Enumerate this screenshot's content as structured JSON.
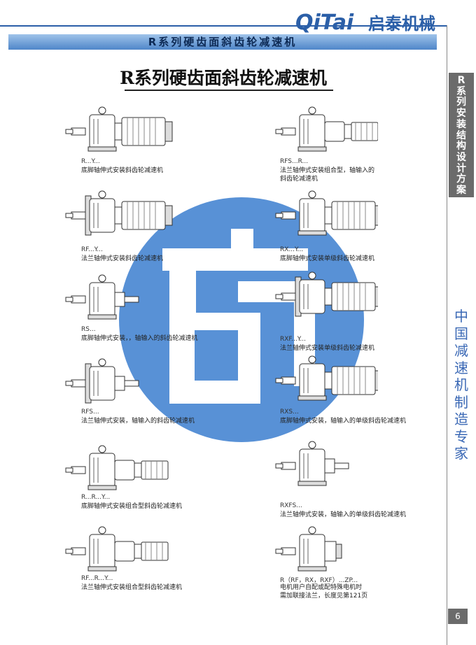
{
  "header": {
    "logo_latin": "QiTai",
    "logo_cn": "启泰机械",
    "banner": "R系列硬齿面斜齿轮减速机"
  },
  "page_title": "R系列硬齿面斜齿轮减速机",
  "side_tab": [
    "R",
    "系",
    "列",
    "安",
    "装",
    "结",
    "构",
    "设",
    "计",
    "方",
    "案"
  ],
  "side_slogan": [
    "中",
    "国",
    "减",
    "速",
    "机",
    "制",
    "造",
    "专",
    "家"
  ],
  "page_number": "6",
  "items": [
    {
      "code": "R...Y...",
      "lines": [
        "底脚轴伸式安装斜齿轮减速机"
      ]
    },
    {
      "code": "RFS...R...",
      "lines": [
        "法兰轴伸式安装组合型，轴输入的",
        "斜齿轮减速机"
      ]
    },
    {
      "code": "RF...Y...",
      "lines": [
        "法兰轴伸式安装斜齿轮减速机"
      ]
    },
    {
      "code": "RX...Y...",
      "lines": [
        "底脚轴伸式安装单级斜齿轮减速机"
      ]
    },
    {
      "code": "RS...",
      "lines": [
        "底脚轴伸式安装，，轴输入的斜齿轮减速机"
      ]
    },
    {
      "code": "RXF...Y...",
      "lines": [
        "法兰轴伸式安装单级斜齿轮减速机"
      ]
    },
    {
      "code": "RFS...",
      "lines": [
        "法兰轴伸式安装，轴输入的斜齿轮减速机"
      ]
    },
    {
      "code": "RXS...",
      "lines": [
        "底脚轴伸式安装，轴输入的单级斜齿轮减速机"
      ]
    },
    {
      "code": "R...R...Y...",
      "lines": [
        "底脚轴伸式安装组合型斜齿轮减速机"
      ]
    },
    {
      "code": "RXFS...",
      "lines": [
        "法兰轴伸式安装，轴输入的单级斜齿轮减速机"
      ]
    },
    {
      "code": "RF...R...Y...",
      "lines": [
        "法兰轴伸式安装组合型斜齿轮减速机"
      ]
    },
    {
      "code": "R（RF，RX，RXF）...ZP...",
      "lines": [
        "电机用户自配或配特殊电机时",
        "需加联接法兰，长度见第121页"
      ]
    }
  ],
  "colors": {
    "brand_blue": "#2b5fa8",
    "banner_light": "#9fc3ea",
    "banner_dark": "#4f86c9",
    "tab_gray": "#6b6b6b",
    "watermark_blue": "#3d7fd0"
  }
}
